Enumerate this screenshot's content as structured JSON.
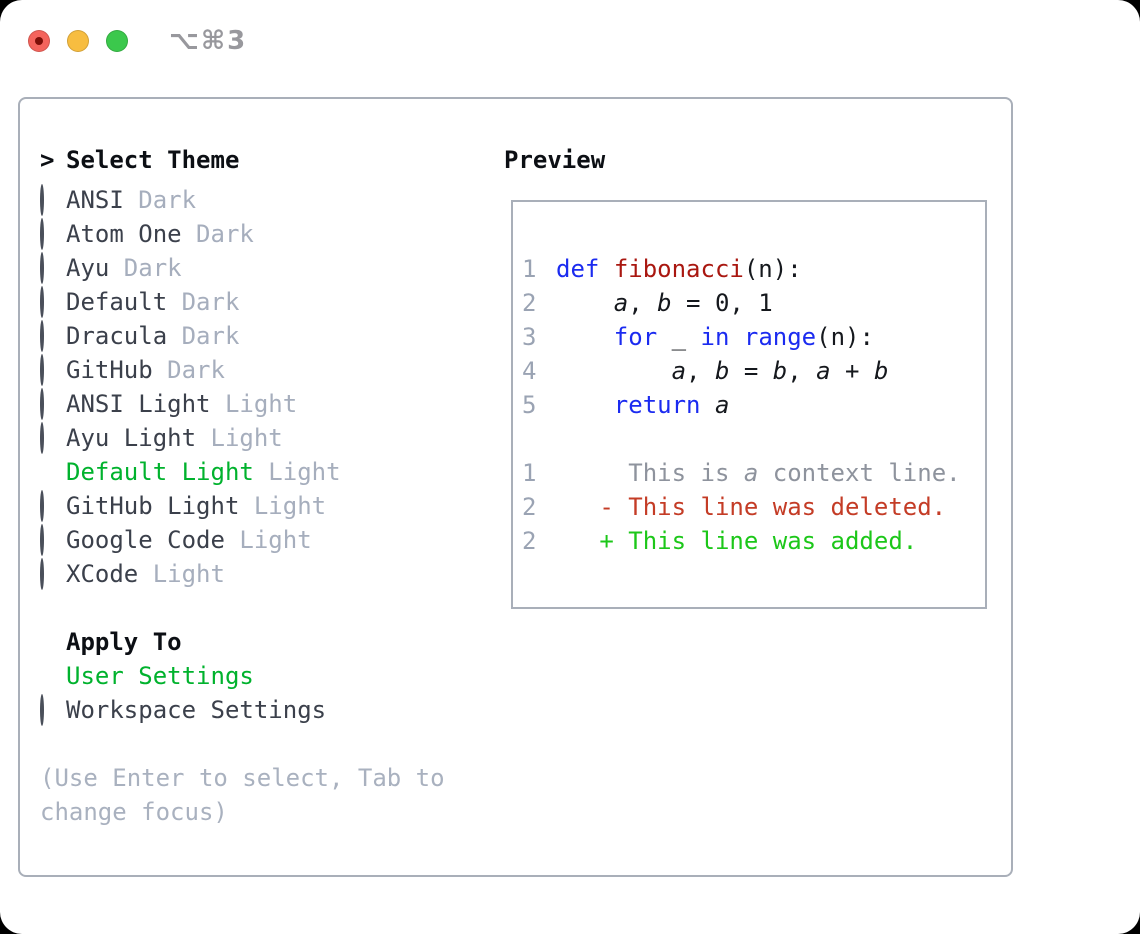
{
  "window": {
    "title": "⌥⌘3",
    "traffic_lights": [
      "close",
      "minimize",
      "zoom"
    ]
  },
  "colors": {
    "panel_border": "#a9afb9",
    "selected_green": "#00b22d",
    "added_green": "#1cc719",
    "deleted_red": "#c43c26",
    "keyword_blue": "#1b2bf0",
    "function_red": "#a91710",
    "muted_gray": "#a6aebd",
    "line_number_gray": "#9aa3b3",
    "traffic_red": "#f4645c",
    "traffic_yellow": "#f7bd40",
    "traffic_green": "#3bc84c"
  },
  "theme_picker": {
    "prompt": ">",
    "heading": "Select Theme",
    "items": [
      {
        "name": "ANSI",
        "variant": "Dark",
        "selected": false
      },
      {
        "name": "Atom One",
        "variant": "Dark",
        "selected": false
      },
      {
        "name": "Ayu",
        "variant": "Dark",
        "selected": false
      },
      {
        "name": "Default",
        "variant": "Dark",
        "selected": false
      },
      {
        "name": "Dracula",
        "variant": "Dark",
        "selected": false
      },
      {
        "name": "GitHub",
        "variant": "Dark",
        "selected": false
      },
      {
        "name": "ANSI Light",
        "variant": "Light",
        "selected": false
      },
      {
        "name": "Ayu Light",
        "variant": "Light",
        "selected": false
      },
      {
        "name": "Default Light",
        "variant": "Light",
        "selected": true
      },
      {
        "name": "GitHub Light",
        "variant": "Light",
        "selected": false
      },
      {
        "name": "Google Code",
        "variant": "Light",
        "selected": false
      },
      {
        "name": "XCode",
        "variant": "Light",
        "selected": false
      }
    ],
    "apply_to": {
      "heading": "Apply To",
      "options": [
        {
          "label": "User Settings",
          "selected": true
        },
        {
          "label": "Workspace Settings",
          "selected": false
        }
      ]
    },
    "hint": "(Use Enter to select, Tab to change focus)"
  },
  "preview": {
    "heading": "Preview",
    "lines": [
      {
        "num": "1",
        "tokens": [
          {
            "c": "keyword",
            "t": "def"
          },
          {
            "c": "plain",
            "t": " "
          },
          {
            "c": "function",
            "t": "fibonacci"
          },
          {
            "c": "plain",
            "t": "(n):"
          }
        ]
      },
      {
        "num": "2",
        "tokens": [
          {
            "c": "plain",
            "t": "    "
          },
          {
            "c": "variable",
            "t": "a"
          },
          {
            "c": "plain",
            "t": ", "
          },
          {
            "c": "variable",
            "t": "b"
          },
          {
            "c": "plain",
            "t": " = 0, 1"
          }
        ]
      },
      {
        "num": "3",
        "tokens": [
          {
            "c": "plain",
            "t": "    "
          },
          {
            "c": "keyword",
            "t": "for"
          },
          {
            "c": "plain",
            "t": " _ "
          },
          {
            "c": "keyword",
            "t": "in"
          },
          {
            "c": "plain",
            "t": " "
          },
          {
            "c": "keyword",
            "t": "range"
          },
          {
            "c": "plain",
            "t": "(n):"
          }
        ]
      },
      {
        "num": "4",
        "tokens": [
          {
            "c": "plain",
            "t": "        "
          },
          {
            "c": "variable",
            "t": "a"
          },
          {
            "c": "plain",
            "t": ", "
          },
          {
            "c": "variable",
            "t": "b"
          },
          {
            "c": "plain",
            "t": " = "
          },
          {
            "c": "variable",
            "t": "b"
          },
          {
            "c": "plain",
            "t": ", "
          },
          {
            "c": "variable",
            "t": "a"
          },
          {
            "c": "plain",
            "t": " + "
          },
          {
            "c": "variable",
            "t": "b"
          }
        ]
      },
      {
        "num": "5",
        "tokens": [
          {
            "c": "plain",
            "t": "    "
          },
          {
            "c": "keyword",
            "t": "return"
          },
          {
            "c": "plain",
            "t": " "
          },
          {
            "c": "variable",
            "t": "a"
          }
        ]
      },
      {
        "num": "",
        "tokens": []
      },
      {
        "num": "1",
        "tokens": [
          {
            "c": "context",
            "t": "     This is "
          },
          {
            "c": "context-var",
            "t": "a"
          },
          {
            "c": "context",
            "t": " context line."
          }
        ]
      },
      {
        "num": "2",
        "tokens": [
          {
            "c": "deleted",
            "t": "   - This line was deleted."
          }
        ]
      },
      {
        "num": "2",
        "tokens": [
          {
            "c": "added",
            "t": "   + This line was added."
          }
        ]
      }
    ]
  }
}
